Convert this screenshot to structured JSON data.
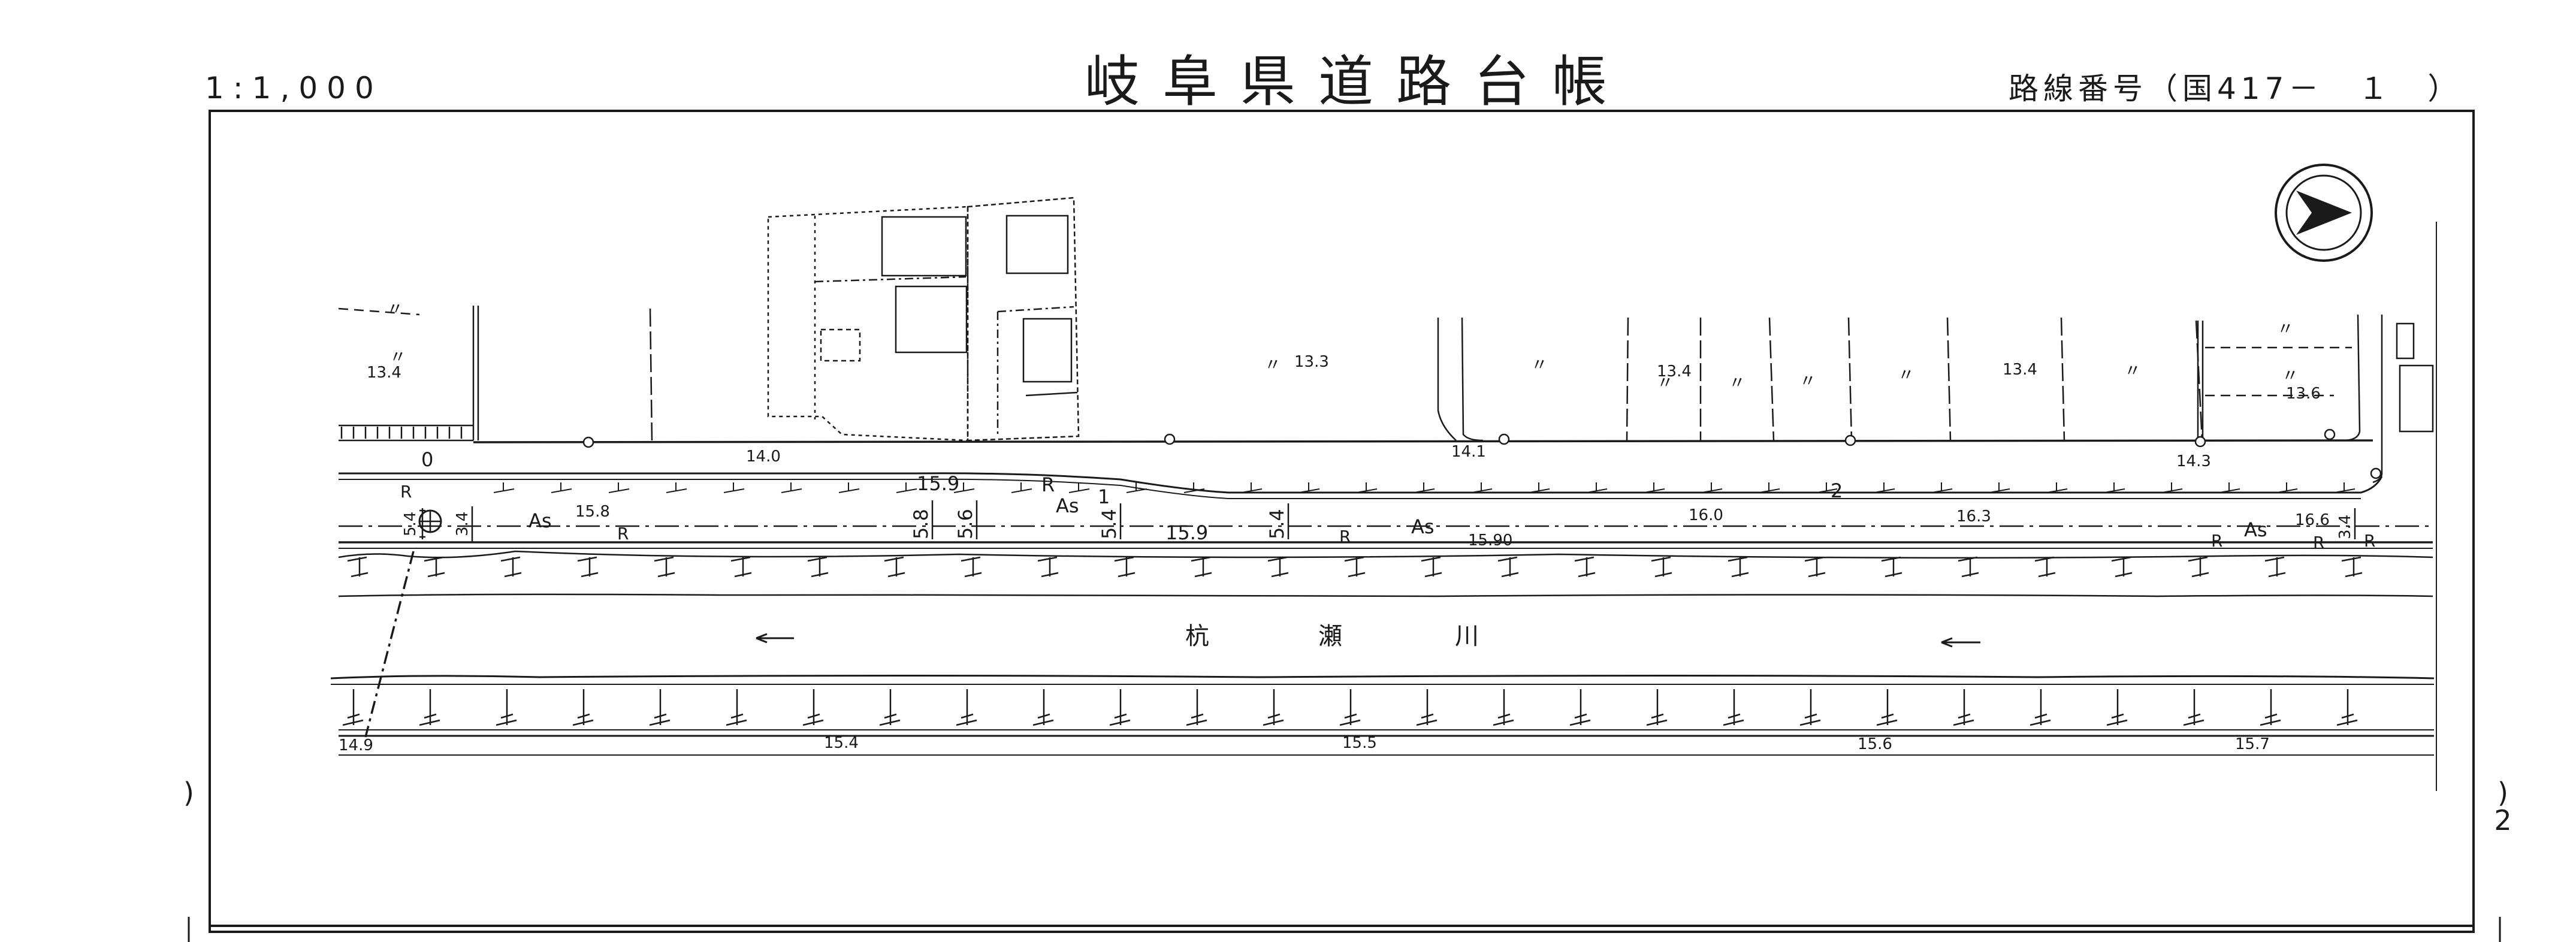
{
  "sheet": {
    "title": "岐阜県道路台帳",
    "scale": "1:1,000",
    "route_number": "路線番号（国417－　１　）",
    "side_left": ")",
    "side_right": ") 2"
  },
  "map": {
    "river_name": [
      "杭",
      "瀬",
      "川"
    ],
    "flow_arrow": "←",
    "pavement_label": "As",
    "ground_marks": [
      "〃",
      "〃",
      "〃",
      "〃",
      "〃",
      "〃",
      "〃",
      "〃",
      "〃",
      "〃",
      "〃"
    ],
    "station_labels": [
      "0",
      "1",
      "2"
    ],
    "road_marks": [
      "R",
      "R",
      "R",
      "R",
      "R",
      "R",
      "R"
    ],
    "elevations": {
      "e1": "13.4",
      "e2": "13.3",
      "e3": "13.4",
      "e4": "13.4",
      "e5": "13.6",
      "e6": "14.0",
      "e7": "14.1",
      "e8": "14.3",
      "e9": "15.8",
      "e10": "15.9",
      "e11": "15.9",
      "e12": "15.90",
      "e13": "16.0",
      "e14": "16.3",
      "e15": "16.6",
      "e16": "14.9",
      "e17": "15.4",
      "e18": "15.5",
      "e19": "15.6",
      "e20": "15.7"
    },
    "widths": {
      "w1": "5.4",
      "w2": "3.4",
      "w3": "5.8",
      "w4": "5.6",
      "w5": "5.4",
      "w6": "5.4",
      "w7": "3.4"
    },
    "colors": {
      "ink": "#1a1a1a",
      "paper": "#ffffff"
    },
    "north_arrow_icon": "north-arrow-icon"
  }
}
